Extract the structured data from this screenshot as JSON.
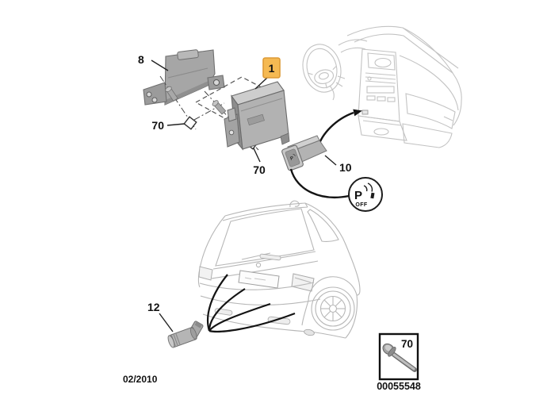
{
  "callouts": {
    "bracket": "8",
    "module": "1",
    "rivet_upper": "70",
    "rivet_lower": "70",
    "switch": "10",
    "sensor": "12"
  },
  "legend": {
    "callout": "70",
    "part_number": "00055548"
  },
  "footer": {
    "date": "02/2010"
  },
  "poff": {
    "letter": "P",
    "off": "OFF"
  },
  "switch_face": {
    "letter": "P"
  },
  "icons": {
    "parking-sensor-off-icon": "circle badge: P with ultrasonic waves, obstacle block, OFF",
    "fastener-marker-icon": "small rotated square marking rivet position",
    "rivet-icon": "blind pop rivet"
  },
  "colors": {
    "highlight_bg": "#f5b952",
    "highlight_border": "#dd9a36",
    "highlight_text": "#7a5826",
    "ink": "#141414",
    "sketch_grey": "#c3c3c3",
    "part_grey": "#b2b2b2"
  }
}
